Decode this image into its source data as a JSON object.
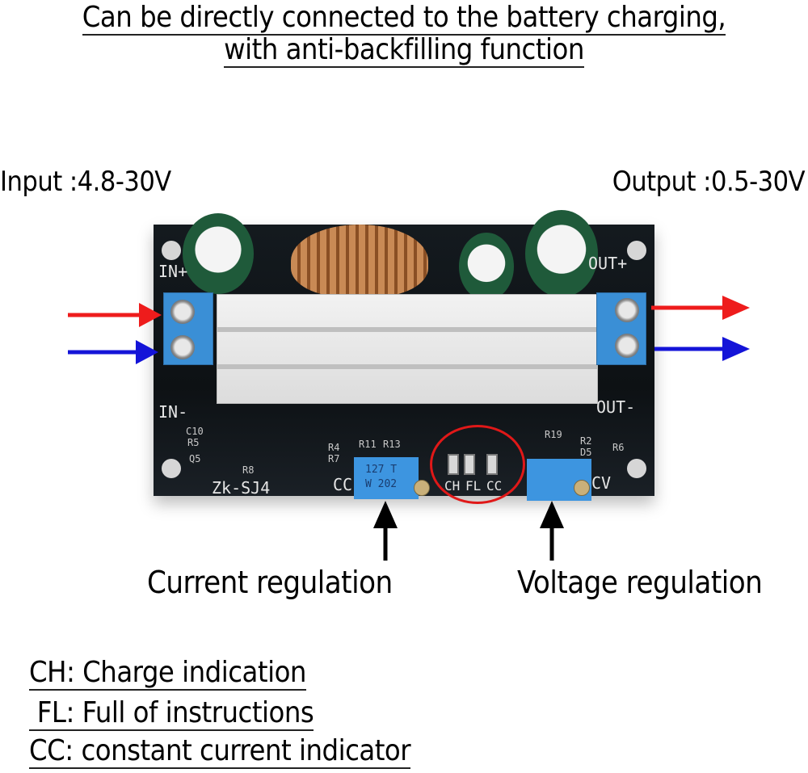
{
  "headline": {
    "line1": "Can be directly connected to the battery charging,",
    "line2": "with anti-backfilling function"
  },
  "specs": {
    "input": "Input :4.8-30V",
    "output": "Output :0.5-30V"
  },
  "board": {
    "model": "Zk-SJ4",
    "terminals": {
      "in_plus": "IN+",
      "in_minus": "IN-",
      "out_plus": "OUT+",
      "out_minus": "OUT-"
    },
    "pots": {
      "cc_label": "CC",
      "cv_label": "CV",
      "cc_marking_1": "127 T",
      "cc_marking_2": "W 202"
    },
    "leds": [
      "CH",
      "FL",
      "CC"
    ],
    "components": [
      "C10",
      "R5",
      "Q5",
      "R8",
      "R4",
      "R7",
      "R11",
      "R13",
      "R19",
      "R2",
      "D5",
      "R6"
    ]
  },
  "callouts": {
    "current": "Current regulation",
    "voltage": "Voltage regulation"
  },
  "legend": [
    "CH: Charge indication",
    " FL: Full of instructions",
    "CC: constant current indicator"
  ],
  "colors": {
    "positive_arrow": "#ee1c1c",
    "negative_arrow": "#1414d8",
    "highlight_circle": "#e01818",
    "terminal_blue": "#3a8fd6",
    "pcb": "#111518",
    "callout_arrow": "#000000"
  }
}
